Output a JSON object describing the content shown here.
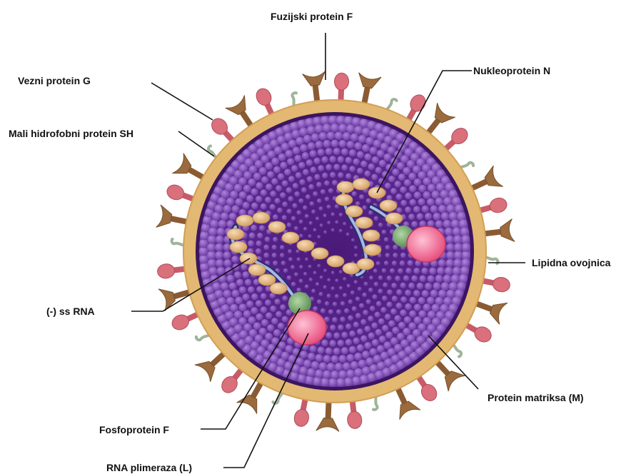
{
  "labels": {
    "fusion_protein": "Fuzijski protein F",
    "attachment_protein": "Vezni protein G",
    "small_hydrophobic": "Mali hidrofobni protein SH",
    "nucleoprotein": "Nukleoprotein N",
    "lipid_envelope": "Lipidna ovojnica",
    "ss_rna": "(-) ss RNA",
    "matrix_protein": "Protein matriksa (M)",
    "phosphoprotein": "Fosfoprotein F",
    "rna_polymerase": "RNA plimeraza (L)"
  },
  "colors": {
    "envelope": "#e3b872",
    "matrix_dark": "#3b1560",
    "matrix_bead": "#8a58b8",
    "f_protein": "#d9707b",
    "g_protein": "#9b6b3d",
    "sh_protein": "#9fb49a",
    "n_bead": "#e8c08e",
    "rna": "#6f7fb8",
    "phospho": "#7fae78",
    "polymerase": "#ee6f93"
  }
}
